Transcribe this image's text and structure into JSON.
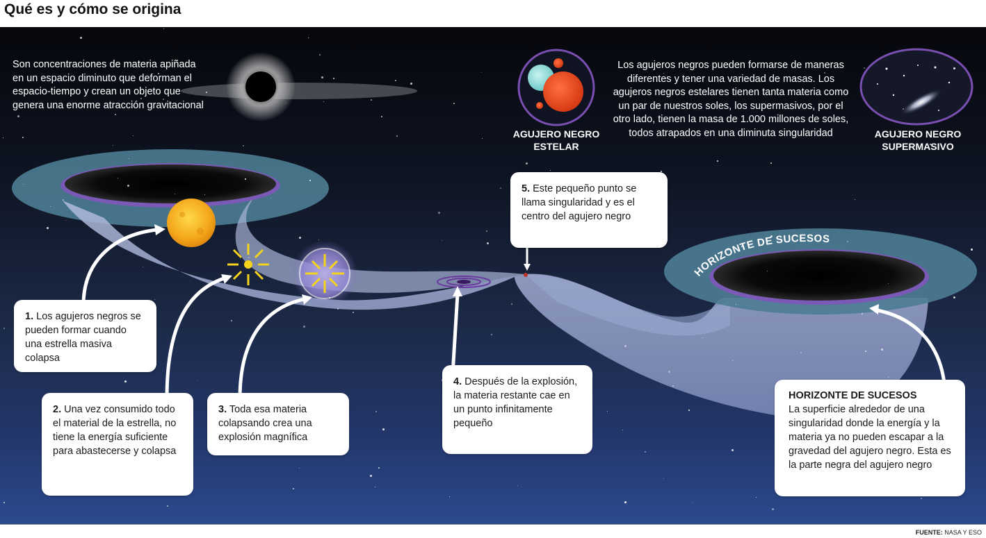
{
  "title": "Qué es y cómo se origina",
  "intro_text": "Son concentraciones de materia apiñada en un espacio diminuto que deforman el espacio-tiempo y crean un objeto que genera una enorme atracción gravitacional",
  "types_text": "Los agujeros negros pueden formarse de maneras diferentes y tener una variedad de masas. Los agujeros negros estelares tienen tanta materia como un par de nuestros soles, los supermasivos, por el otro lado, tienen la masa de 1.000 millones de soles, todos atrapados en una diminuta singularidad",
  "stellar_label": "AGUJERO NEGRO ESTELAR",
  "supermassive_label": "AGUJERO NEGRO SUPERMASIVO",
  "event_horizon_arc_label": "HORIZONTE DE SUCESOS",
  "steps": [
    {
      "num": "1.",
      "text": "Los agujeros negros se pueden formar cuando una estrella masiva colapsa"
    },
    {
      "num": "2.",
      "text": "Una vez consumido todo el material de la estrella, no tiene la energía suficiente para abastecerse y colapsa"
    },
    {
      "num": "3.",
      "text": "Toda esa materia colapsando crea una explosión magnífica"
    },
    {
      "num": "4.",
      "text": "Después de la explosión, la materia restante cae en un punto infinitamente pequeño"
    },
    {
      "num": "5.",
      "text": "Este pequeño punto se llama singularidad y es el centro del agujero negro"
    }
  ],
  "event_horizon": {
    "heading": "HORIZONTE DE SUCESOS",
    "text": "La superficie alrededor de una singularidad donde la energía y la materia ya no pueden escapar a la gravedad del agujero negro. Esta es la parte negra del agujero negro"
  },
  "source": {
    "label": "FUENTE:",
    "value": "NASA Y ESO"
  },
  "colors": {
    "background_top": "#06070c",
    "background_bottom": "#2b4a8e",
    "funnel": "#8e9bc4",
    "disk": "#4f7f96",
    "rim": "#6a3a9a",
    "sun": "#f4b21c",
    "burst_arrows": "#f5d21c"
  }
}
